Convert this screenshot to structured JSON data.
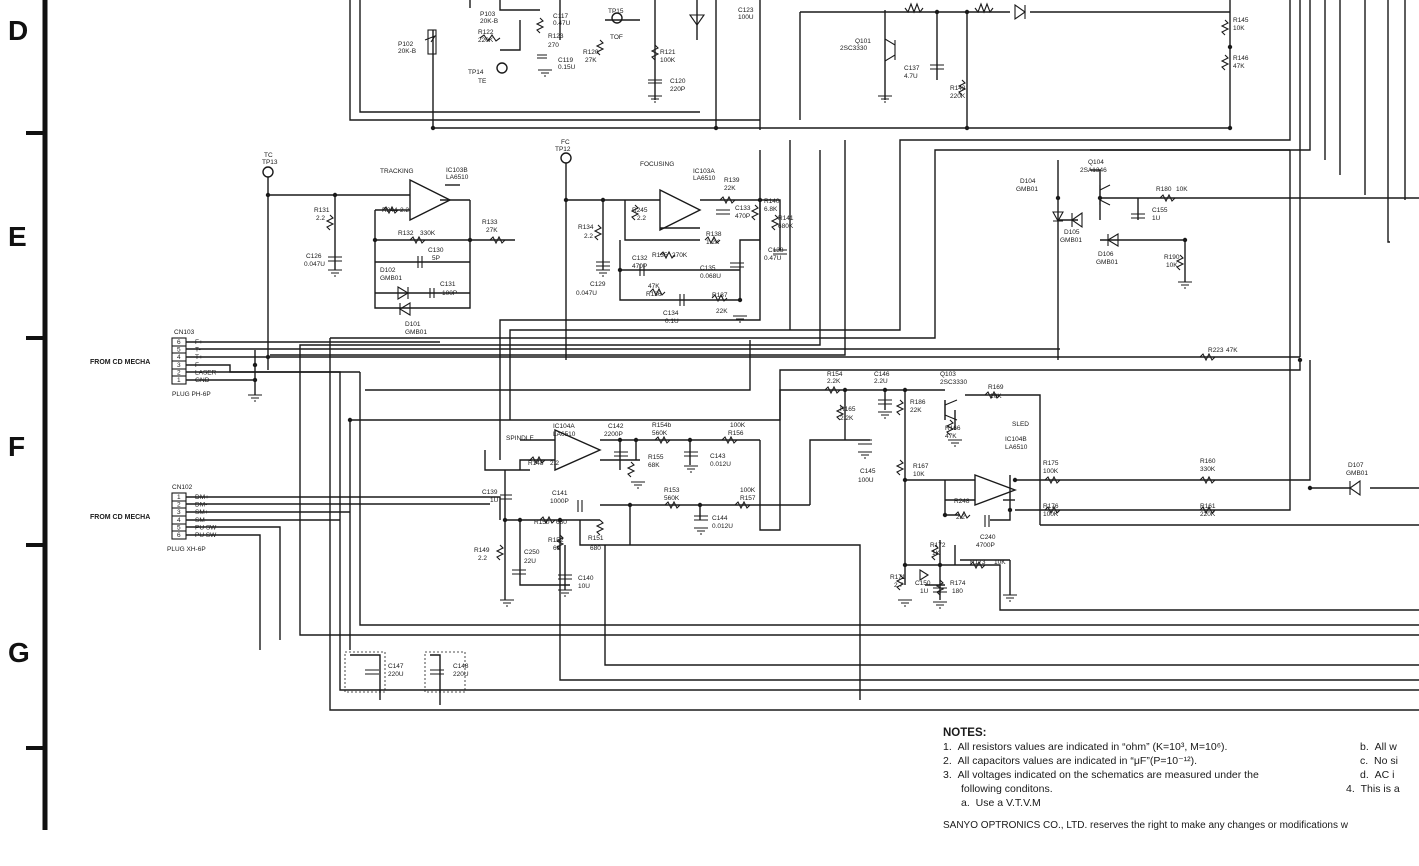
{
  "rows": [
    "D",
    "E",
    "F",
    "G"
  ],
  "labels": {
    "from_cd_mecha_1": "FROM CD MECHA",
    "from_cd_mecha_2": "FROM CD MECHA",
    "cn103": "CN103",
    "cn102": "CN102",
    "plug_ph": "PLUG PH-6P",
    "plug_xh": "PLUG XH-6P",
    "tracking": "TRACKING",
    "focusing": "FOCUSING",
    "spindle": "SPINDLE",
    "sled": "SLED",
    "tc": "TC",
    "tp13": "TP13",
    "fc": "FC",
    "tp12": "TP12",
    "tp14": "TP14",
    "te": "TE",
    "tp15": "TP15",
    "tof": "TOF",
    "ic103b": "IC103B",
    "ic103b_part": "LA6510",
    "ic103a": "IC103A",
    "ic103a_part": "LA6510",
    "ic104a": "IC104A",
    "ic104a_part": "LA6510",
    "ic104b": "IC104B",
    "ic104b_part": "LA6510",
    "q101": "Q101",
    "q101_part": "2SC3330",
    "q103": "Q103",
    "q103_part": "2SC3330",
    "q104": "Q104",
    "q104_part": "2SA1346"
  },
  "cn103_pins": [
    {
      "n": "6",
      "name": "F+"
    },
    {
      "n": "5",
      "name": "T-"
    },
    {
      "n": "4",
      "name": "T+"
    },
    {
      "n": "3",
      "name": "F-"
    },
    {
      "n": "2",
      "name": "LASER"
    },
    {
      "n": "1",
      "name": "GND"
    }
  ],
  "cn102_pins": [
    {
      "n": "1",
      "name": "DM+"
    },
    {
      "n": "2",
      "name": "DM-"
    },
    {
      "n": "3",
      "name": "SM+"
    },
    {
      "n": "4",
      "name": "SM-"
    },
    {
      "n": "5",
      "name": "PU SW"
    },
    {
      "n": "6",
      "name": "PU SW"
    }
  ],
  "components": [
    {
      "ref": "P103",
      "val": "20K-B"
    },
    {
      "ref": "P102",
      "val": "20K-B"
    },
    {
      "ref": "R122",
      "val": "220K"
    },
    {
      "ref": "C117",
      "val": "0.47U"
    },
    {
      "ref": "R123",
      "val": "270"
    },
    {
      "ref": "C119",
      "val": "0.15U"
    },
    {
      "ref": "R120",
      "val": "27K"
    },
    {
      "ref": "R121",
      "val": "100K"
    },
    {
      "ref": "C120",
      "val": "220P"
    },
    {
      "ref": "C123",
      "val": "100U"
    },
    {
      "ref": "C137",
      "val": "4.7U"
    },
    {
      "ref": "R143",
      "val": "220K"
    },
    {
      "ref": "R145",
      "val": "10K"
    },
    {
      "ref": "R146",
      "val": "47K"
    },
    {
      "ref": "R131",
      "val": "2.2"
    },
    {
      "ref": "R244",
      "val": "2.2"
    },
    {
      "ref": "R132",
      "val": "330K"
    },
    {
      "ref": "C130",
      "val": "5P"
    },
    {
      "ref": "C131",
      "val": "100P"
    },
    {
      "ref": "C126",
      "val": "0.047U"
    },
    {
      "ref": "D102",
      "val": "GMB01"
    },
    {
      "ref": "D101",
      "val": "GMB01"
    },
    {
      "ref": "R133",
      "val": "27K"
    },
    {
      "ref": "R134",
      "val": "2.2"
    },
    {
      "ref": "R245",
      "val": "2.2"
    },
    {
      "ref": "C129",
      "val": "0.047U"
    },
    {
      "ref": "R139",
      "val": "22K"
    },
    {
      "ref": "C133",
      "val": "470P"
    },
    {
      "ref": "R140",
      "val": "6.8K"
    },
    {
      "ref": "R141",
      "val": "680K"
    },
    {
      "ref": "C138",
      "val": "0.47U"
    },
    {
      "ref": "R138",
      "val": "1.2K"
    },
    {
      "ref": "C132",
      "val": "470P"
    },
    {
      "ref": "R135",
      "val": "270K"
    },
    {
      "ref": "C135",
      "val": "0.068U"
    },
    {
      "ref": "R136",
      "val": "47K"
    },
    {
      "ref": "R137",
      "val": "22K"
    },
    {
      "ref": "C134",
      "val": "0.1U"
    },
    {
      "ref": "D104",
      "val": "GMB01"
    },
    {
      "ref": "D105",
      "val": "GMB01"
    },
    {
      "ref": "D106",
      "val": "GMB01"
    },
    {
      "ref": "R180",
      "val": "10K"
    },
    {
      "ref": "C155",
      "val": "1U"
    },
    {
      "ref": "R190",
      "val": "10K"
    },
    {
      "ref": "R223",
      "val": "47K"
    },
    {
      "ref": "R154",
      "val": "2.2K"
    },
    {
      "ref": "C146",
      "val": "2.2U"
    },
    {
      "ref": "R165",
      "val": "2.2K"
    },
    {
      "ref": "C145",
      "val": "100U"
    },
    {
      "ref": "R186",
      "val": "22K"
    },
    {
      "ref": "R169",
      "val": "10K"
    },
    {
      "ref": "R166",
      "val": "47K"
    },
    {
      "ref": "R148",
      "val": "2.2"
    },
    {
      "ref": "C142",
      "val": "2200P"
    },
    {
      "ref": "R154b",
      "val": "560K"
    },
    {
      "ref": "R155",
      "val": "68K"
    },
    {
      "ref": "R156",
      "val": "100K"
    },
    {
      "ref": "C143",
      "val": "0.012U"
    },
    {
      "ref": "C139",
      "val": "1U"
    },
    {
      "ref": "C141",
      "val": "1000P"
    },
    {
      "ref": "R153",
      "val": "560K"
    },
    {
      "ref": "R157",
      "val": "100K"
    },
    {
      "ref": "C144",
      "val": "0.012U"
    },
    {
      "ref": "R150",
      "val": "680"
    },
    {
      "ref": "R152",
      "val": "68"
    },
    {
      "ref": "R151",
      "val": "680"
    },
    {
      "ref": "R149",
      "val": "2.2"
    },
    {
      "ref": "C250",
      "val": "22U"
    },
    {
      "ref": "C140",
      "val": "10U"
    },
    {
      "ref": "R167",
      "val": "10K"
    },
    {
      "ref": "R248",
      "val": "2.2"
    },
    {
      "ref": "C240",
      "val": "4700P"
    },
    {
      "ref": "R175",
      "val": "100K"
    },
    {
      "ref": "R176",
      "val": "100K"
    },
    {
      "ref": "R160",
      "val": "330K"
    },
    {
      "ref": "R161",
      "val": "220K"
    },
    {
      "ref": "D107",
      "val": "GMB01"
    },
    {
      "ref": "R172",
      "val": "1K"
    },
    {
      "ref": "R171",
      "val": "2.7"
    },
    {
      "ref": "C150",
      "val": "1U"
    },
    {
      "ref": "R174",
      "val": "180"
    },
    {
      "ref": "R173",
      "val": "10K"
    },
    {
      "ref": "C147",
      "val": "220U"
    },
    {
      "ref": "C148",
      "val": "220U"
    }
  ],
  "notes": {
    "title": "NOTES:",
    "items": [
      {
        "num": "1.",
        "text": "All resistors values are indicated in “ohm” (K=10³, M=10⁶)."
      },
      {
        "num": "2.",
        "text": "All capacitors values are indicated in “μF”(P=10⁻¹²)."
      },
      {
        "num": "3.",
        "text": "All voltages indicated on the schematics are measured under the"
      },
      {
        "num": "",
        "text": "following conditons."
      },
      {
        "num": "a.",
        "text": "Use a V.T.V.M"
      }
    ],
    "side": [
      {
        "num": "b.",
        "text": "All w"
      },
      {
        "num": "c.",
        "text": "No si"
      },
      {
        "num": "d.",
        "text": "AC i"
      },
      {
        "num": "4.",
        "text": "This is a"
      }
    ],
    "footer": "SANYO OPTRONICS CO., LTD. reserves the right to make any changes or modifications w"
  }
}
